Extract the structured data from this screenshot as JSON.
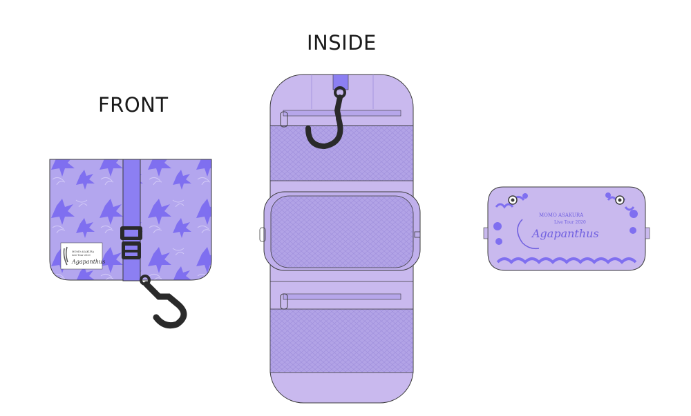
{
  "headings": {
    "front": "FRONT",
    "inside": "INSIDE"
  },
  "front_tag": {
    "line1": "MOMO ASAKURA",
    "line2": "Live Tour 2020",
    "script": "Agapanthus"
  },
  "pouch_print": {
    "artist": "MOMO ASAKURA",
    "tour": "Live Tour 2020",
    "script": "Agapanthus"
  },
  "colors": {
    "fabric_base": "#b3a6ee",
    "fabric_pattern": "#7f6ff0",
    "strap": "#8c7ff2",
    "lining": "#c9b9ee",
    "mesh": "#b2a3e6",
    "hardware": "#2a2a2a",
    "outline": "#3a3a3a"
  }
}
